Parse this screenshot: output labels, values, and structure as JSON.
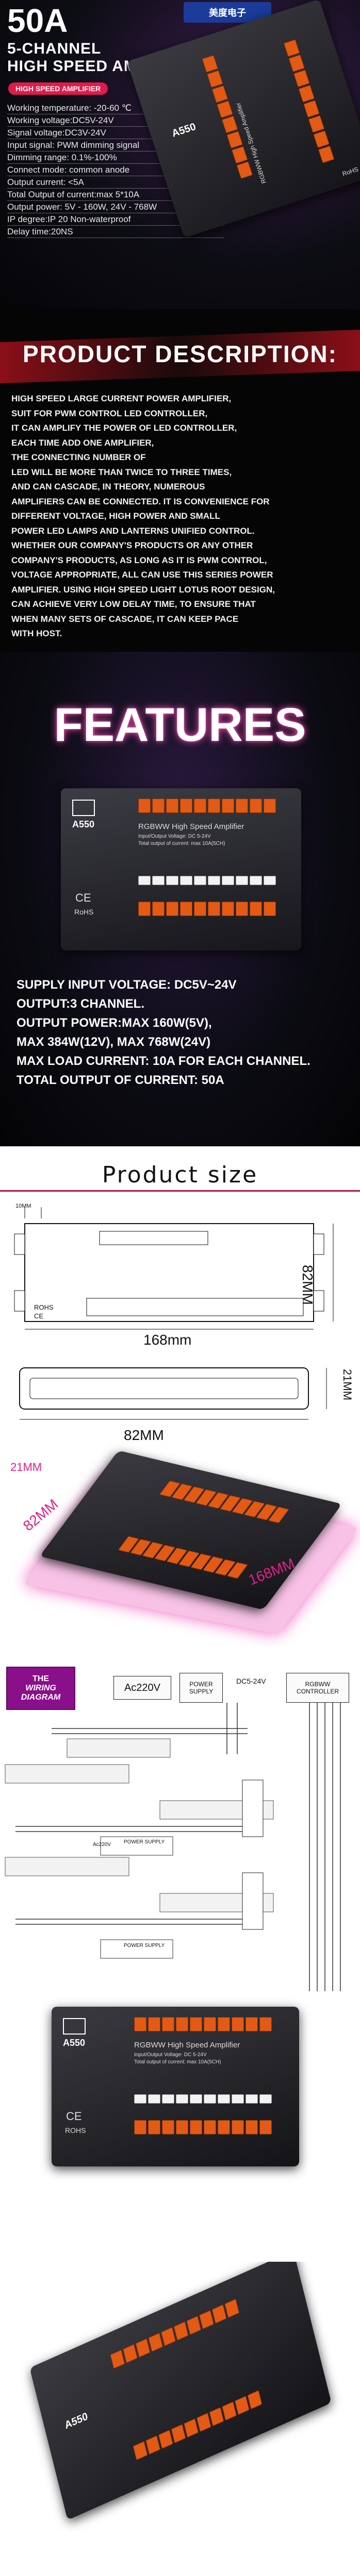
{
  "hero": {
    "brand": "美度电子",
    "title": "50A",
    "subtitle_line1": "5-CHANNEL",
    "subtitle_line2": "HIGH SPEED AMPLIFIER",
    "badge": "HIGH SPEED AMPLIFIER",
    "specs": [
      "Working temperature: -20-60 ℃",
      "Working voltage:DC5V-24V",
      "Signal voltage:DC3V-24V",
      "Input signal: PWM dimming signal",
      "Dimming range: 0.1%-100%",
      "Connect mode: common anode",
      "Output current: <5A",
      "Total Output of current:max 5*10A",
      "Output power: 5V - 160W, 24V - 768W",
      "IP degree:IP 20 Non-waterproof",
      "Delay time:20NS"
    ],
    "device": {
      "model": "A550",
      "name": "RGBWW High Speed Amplifier",
      "rohs": "RoHS"
    }
  },
  "description": {
    "title": "PRODUCT DESCRIPTION:",
    "lines": [
      "HIGH SPEED LARGE CURRENT POWER AMPLIFIER,",
      "SUIT FOR PWM CONTROL LED CONTROLLER,",
      "IT CAN AMPLIFY THE POWER OF LED CONTROLLER,",
      "EACH TIME ADD ONE AMPLIFIER,",
      "THE CONNECTING NUMBER OF",
      "LED WILL BE MORE THAN TWICE TO THREE TIMES,",
      "AND CAN CASCADE, IN THEORY, NUMEROUS",
      "AMPLIFIERS CAN BE CONNECTED. IT IS CONVENIENCE FOR",
      "DIFFERENT VOLTAGE, HIGH POWER AND SMALL",
      "POWER LED LAMPS AND LANTERNS UNIFIED CONTROL.",
      "WHETHER OUR COMPANY'S PRODUCTS OR ANY OTHER",
      "COMPANY'S PRODUCTS, AS LONG AS IT IS PWM CONTROL,",
      "VOLTAGE APPROPRIATE, ALL CAN USE THIS SERIES POWER",
      "AMPLIFIER. USING HIGH SPEED LIGHT LOTUS ROOT DESIGN,",
      "CAN ACHIEVE VERY LOW DELAY TIME, TO ENSURE THAT",
      "WHEN MANY SETS OF CASCADE, IT CAN KEEP PACE",
      "WITH HOST."
    ]
  },
  "features": {
    "title": "FEATURES",
    "device": {
      "model": "A550",
      "name": "RGBWW High Speed Amplifier",
      "line1": "Input/Output Voltage: DC 5-24V",
      "line2": "Total output of current: max 10A(5CH)",
      "ce": "CE",
      "rohs": "RoHS"
    },
    "items": [
      "SUPPLY INPUT VOLTAGE: DC5V~24V",
      "OUTPUT:3 CHANNEL.",
      "OUTPUT POWER:MAX 160W(5V),",
      "MAX 384W(12V), MAX 768W(24V)",
      "MAX LOAD CURRENT: 10A FOR EACH CHANNEL.",
      "TOTAL OUTPUT OF CURRENT: 50A"
    ]
  },
  "size": {
    "title": "Product size",
    "top_small": "10MM",
    "height": "82MM",
    "length": "168mm",
    "thickness": "21MM",
    "side_length": "82MM",
    "rohs": "ROHS",
    "ce": "CE",
    "iso_thickness": "21MM",
    "iso_width": "82MM",
    "iso_length": "168MM"
  },
  "wiring": {
    "badge_line1": "THE",
    "badge_line2": "WIRING DIAGRAM",
    "ac": "Ac220V",
    "power_supply": "POWER SUPPLY",
    "dc": "DC5-24V",
    "controller": "RGBWW CONTROLLER",
    "ac_small": "Ac220V",
    "power_supply_2": "POWER SUPPLY",
    "power_supply_3": "POWER SUPPLY",
    "device": {
      "model": "A550",
      "name": "RGBWW High Speed Amplifier",
      "line1": "Input/Output Voltage: DC 5-24V",
      "line2": "Total output of current: max 10A(5CH)",
      "ce": "CE",
      "rohs": "ROHS"
    }
  },
  "photo": {
    "model": "A550"
  },
  "colors": {
    "accent": "#e11a4e",
    "terminal": "#e35a14",
    "purple": "#8a0f8a",
    "rule": "#b0123a"
  }
}
